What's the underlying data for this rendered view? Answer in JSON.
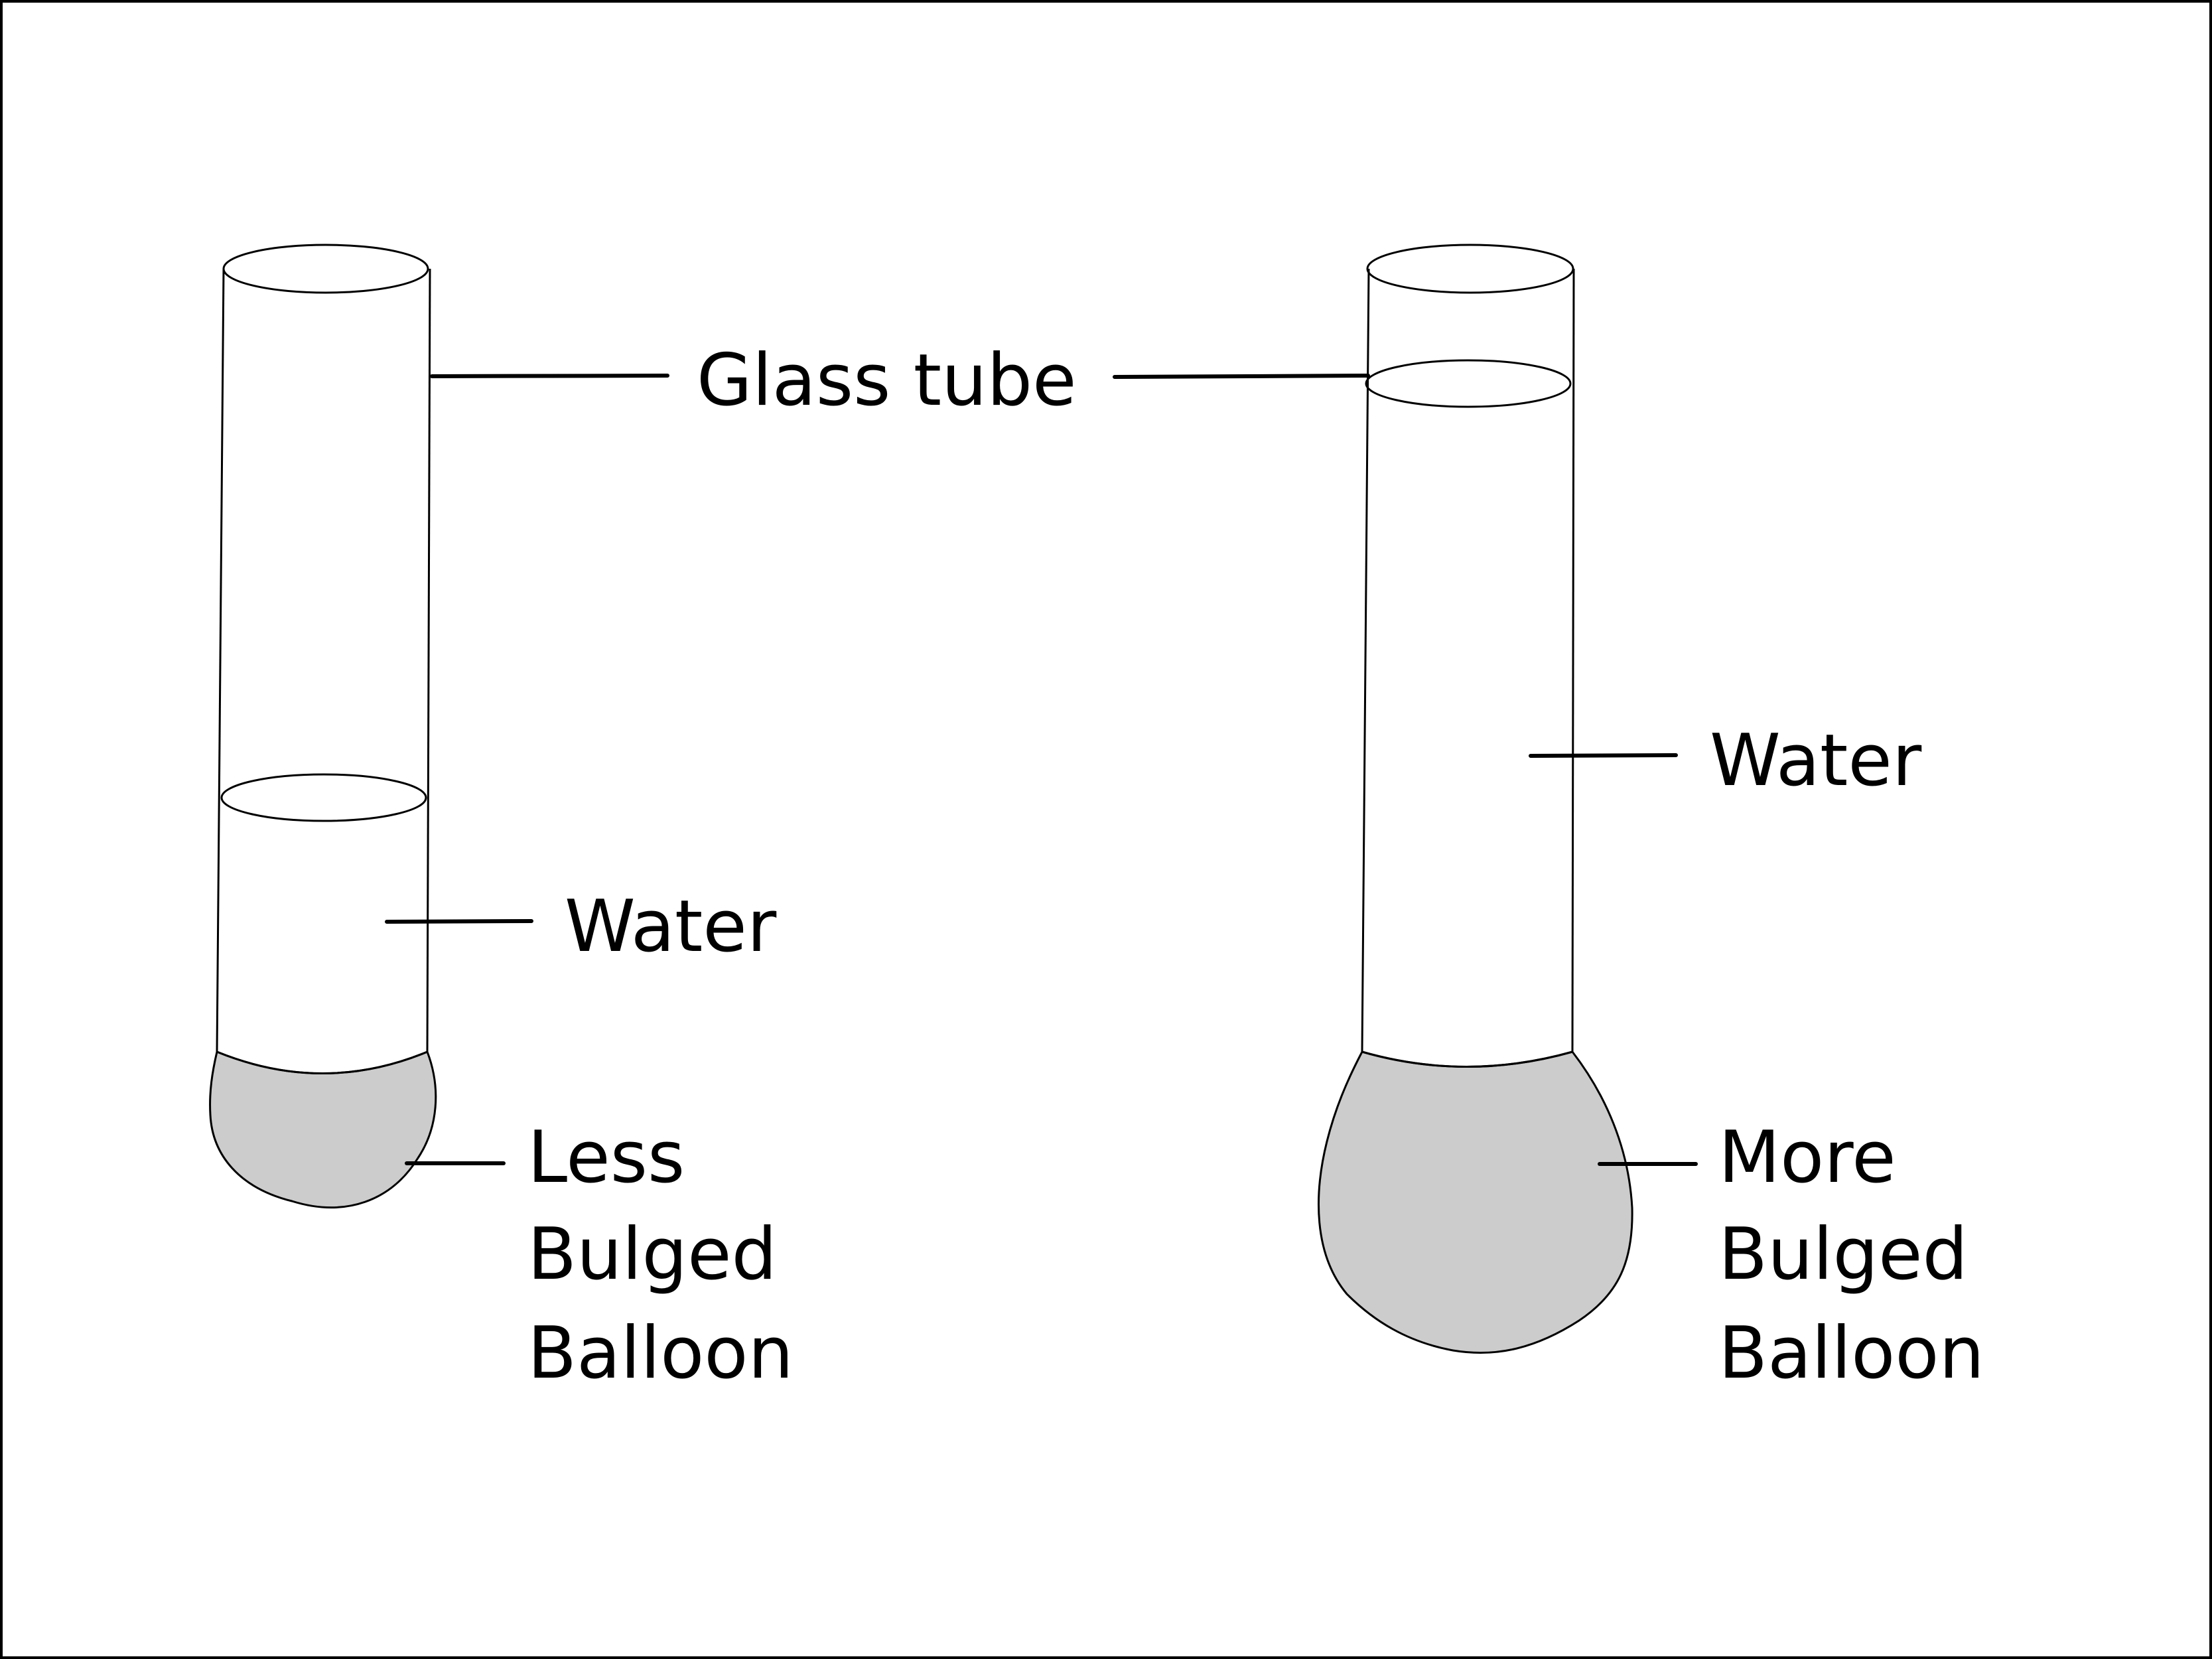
{
  "colors": {
    "line": "#000000",
    "balloon_fill": "#cccccc",
    "background": "#ffffff"
  },
  "labels": {
    "glass_tube": "Glass tube",
    "left_water": "Water",
    "right_water": "Water",
    "less_bulged": [
      "Less",
      "Bulged",
      "Balloon"
    ],
    "more_bulged": [
      "More",
      "Bulged",
      "Balloon"
    ]
  }
}
